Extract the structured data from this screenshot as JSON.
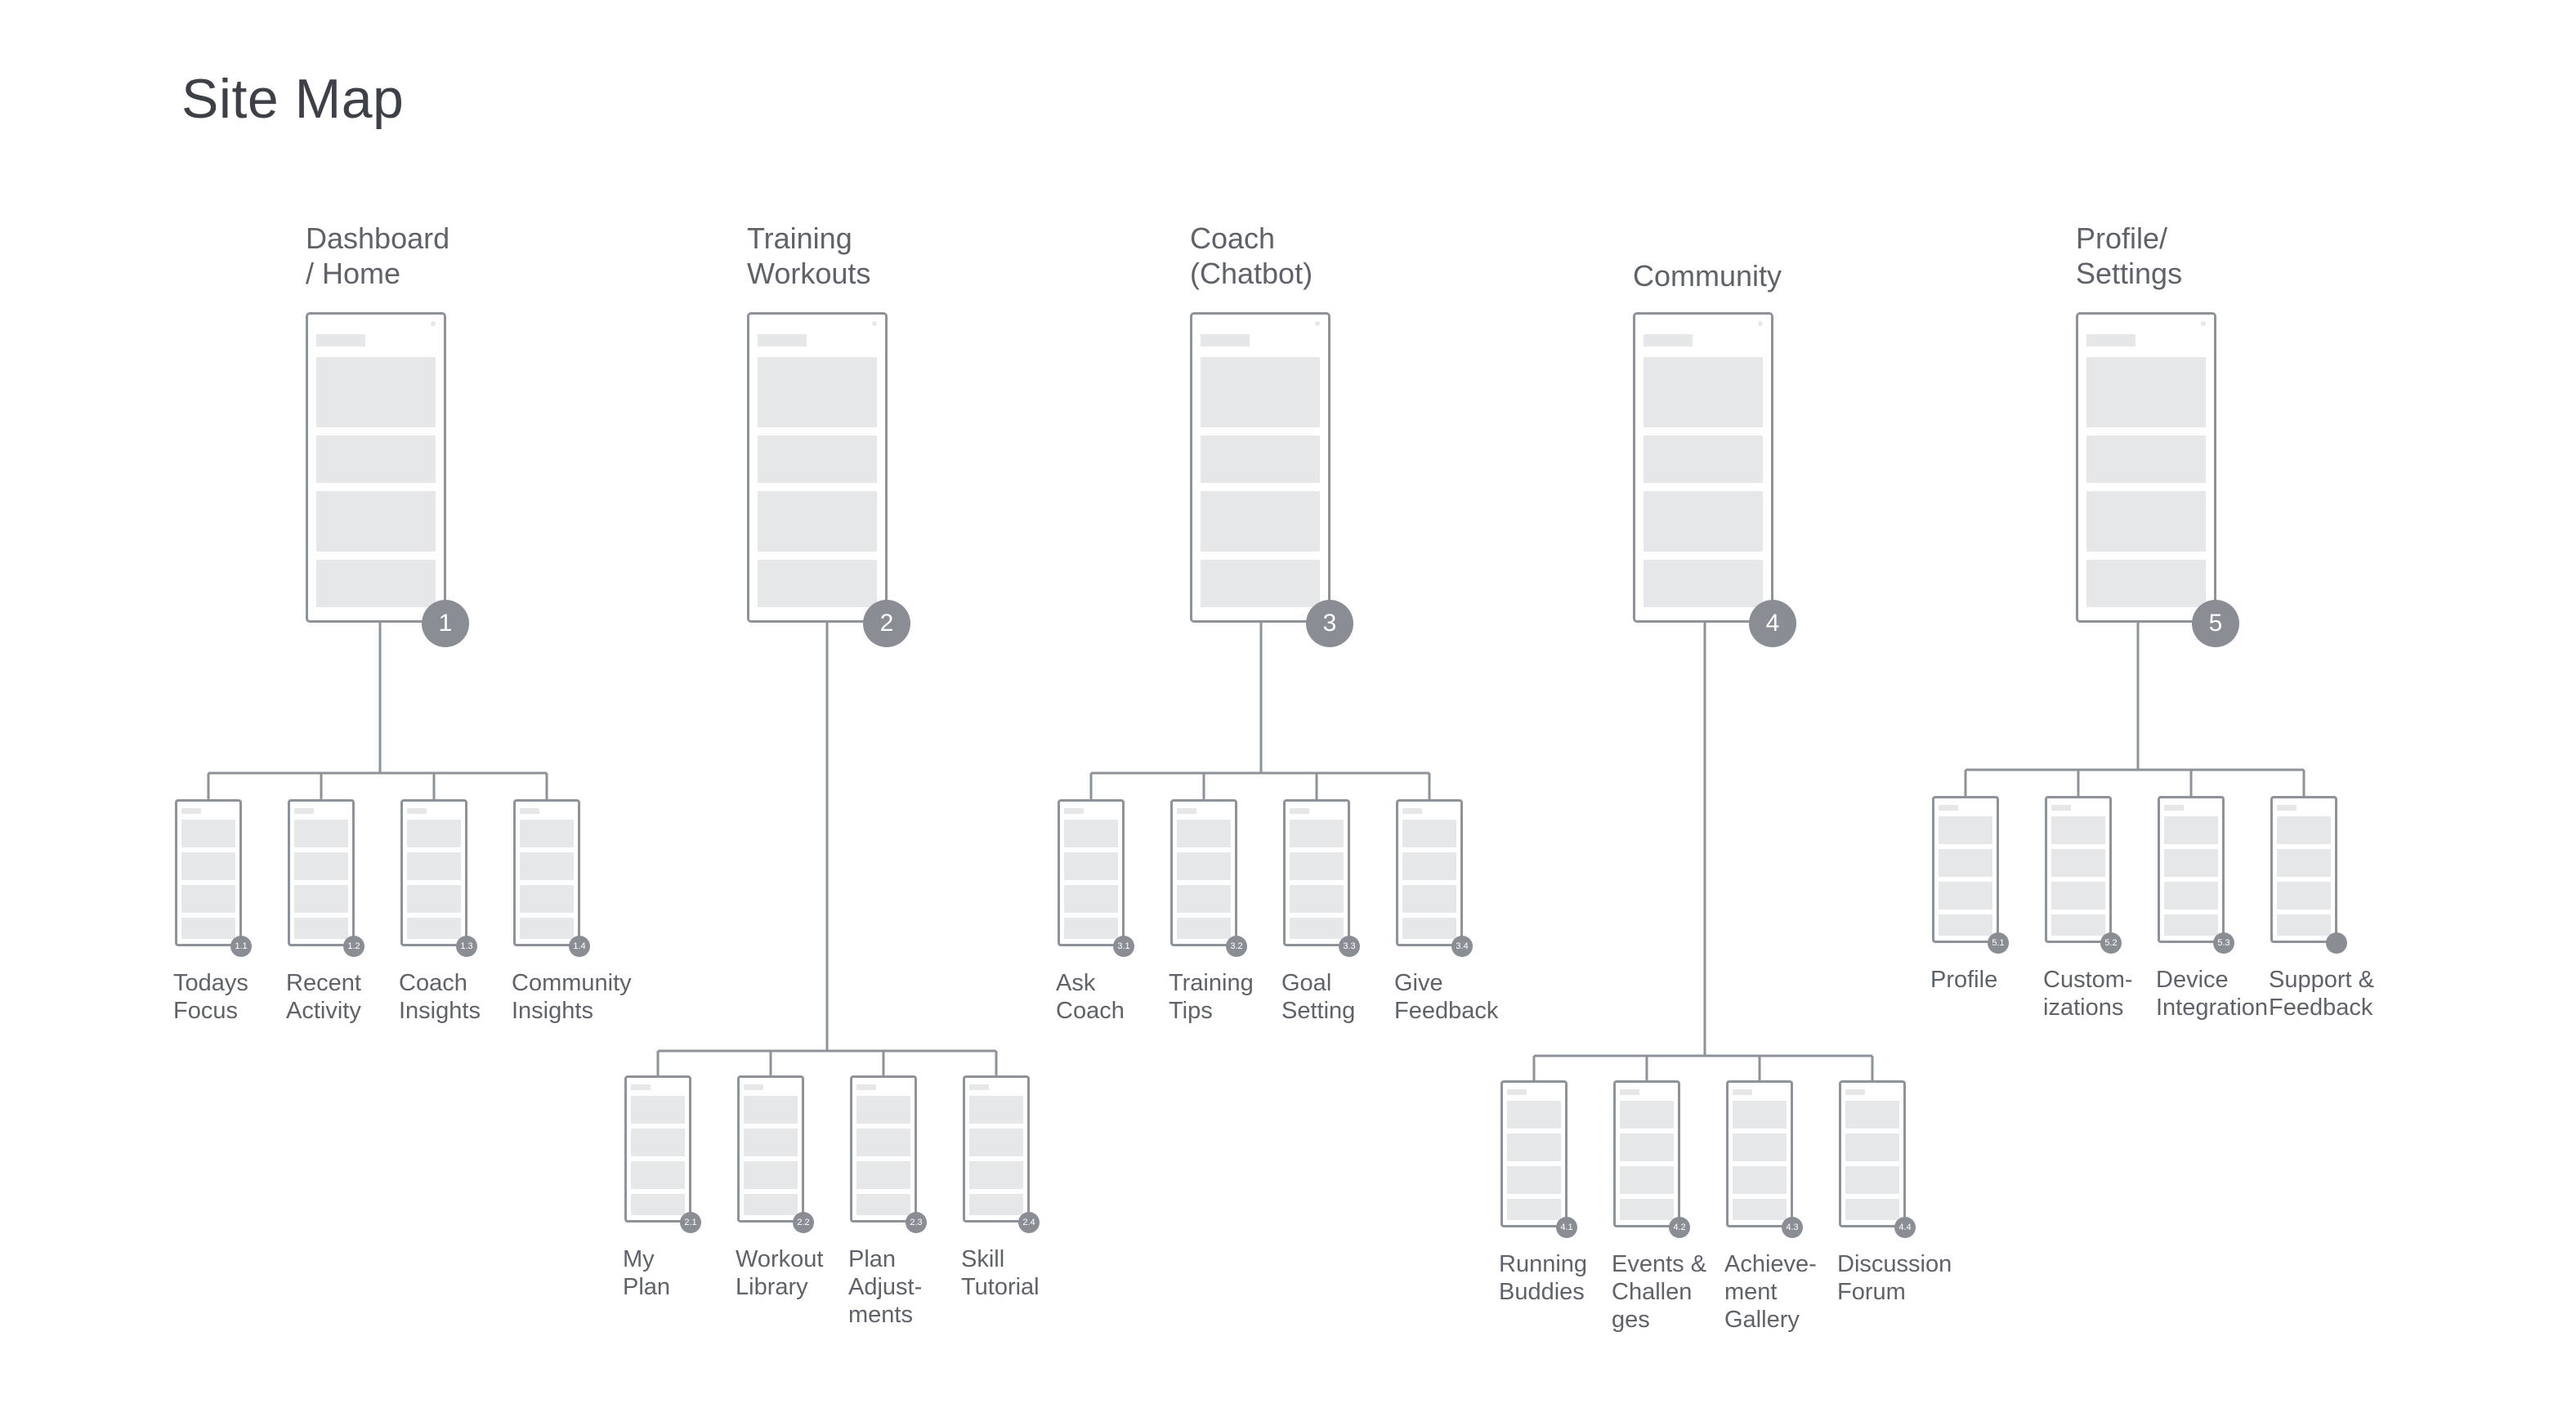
{
  "page": {
    "title": "Site Map"
  },
  "sections": [
    {
      "title": "Dashboard\n/ Home",
      "number": "1",
      "children": [
        {
          "label": "Todays\nFocus",
          "number": "1.1"
        },
        {
          "label": "Recent\nActivity",
          "number": "1.2"
        },
        {
          "label": "Coach\nInsights",
          "number": "1.3"
        },
        {
          "label": "Community\nInsights",
          "number": "1.4"
        }
      ]
    },
    {
      "title": "Training\nWorkouts",
      "number": "2",
      "children": [
        {
          "label": "My\nPlan",
          "number": "2.1"
        },
        {
          "label": "Workout\nLibrary",
          "number": "2.2"
        },
        {
          "label": "Plan\nAdjust-\nments",
          "number": "2.3"
        },
        {
          "label": "Skill\nTutorial",
          "number": "2.4"
        }
      ]
    },
    {
      "title": "Coach\n(Chatbot)",
      "number": "3",
      "children": [
        {
          "label": "Ask\nCoach",
          "number": "3.1"
        },
        {
          "label": "Training\nTips",
          "number": "3.2"
        },
        {
          "label": "Goal\nSetting",
          "number": "3.3"
        },
        {
          "label": "Give\nFeedback",
          "number": "3.4"
        }
      ]
    },
    {
      "title": "Community",
      "number": "4",
      "children": [
        {
          "label": "Running\nBuddies",
          "number": "4.1"
        },
        {
          "label": "Events &\nChallen\nges",
          "number": "4.2"
        },
        {
          "label": "Achieve-\nment\nGallery",
          "number": "4.3"
        },
        {
          "label": "Discussion\nForum",
          "number": "4.4"
        }
      ]
    },
    {
      "title": "Profile/\nSettings",
      "number": "5",
      "children": [
        {
          "label": "Profile",
          "number": "5.1"
        },
        {
          "label": "Custom-\nizations",
          "number": "5.2"
        },
        {
          "label": "Device\nIntegration",
          "number": "5.3"
        },
        {
          "label": "Support &\nFeedback",
          "number": ""
        }
      ]
    }
  ]
}
